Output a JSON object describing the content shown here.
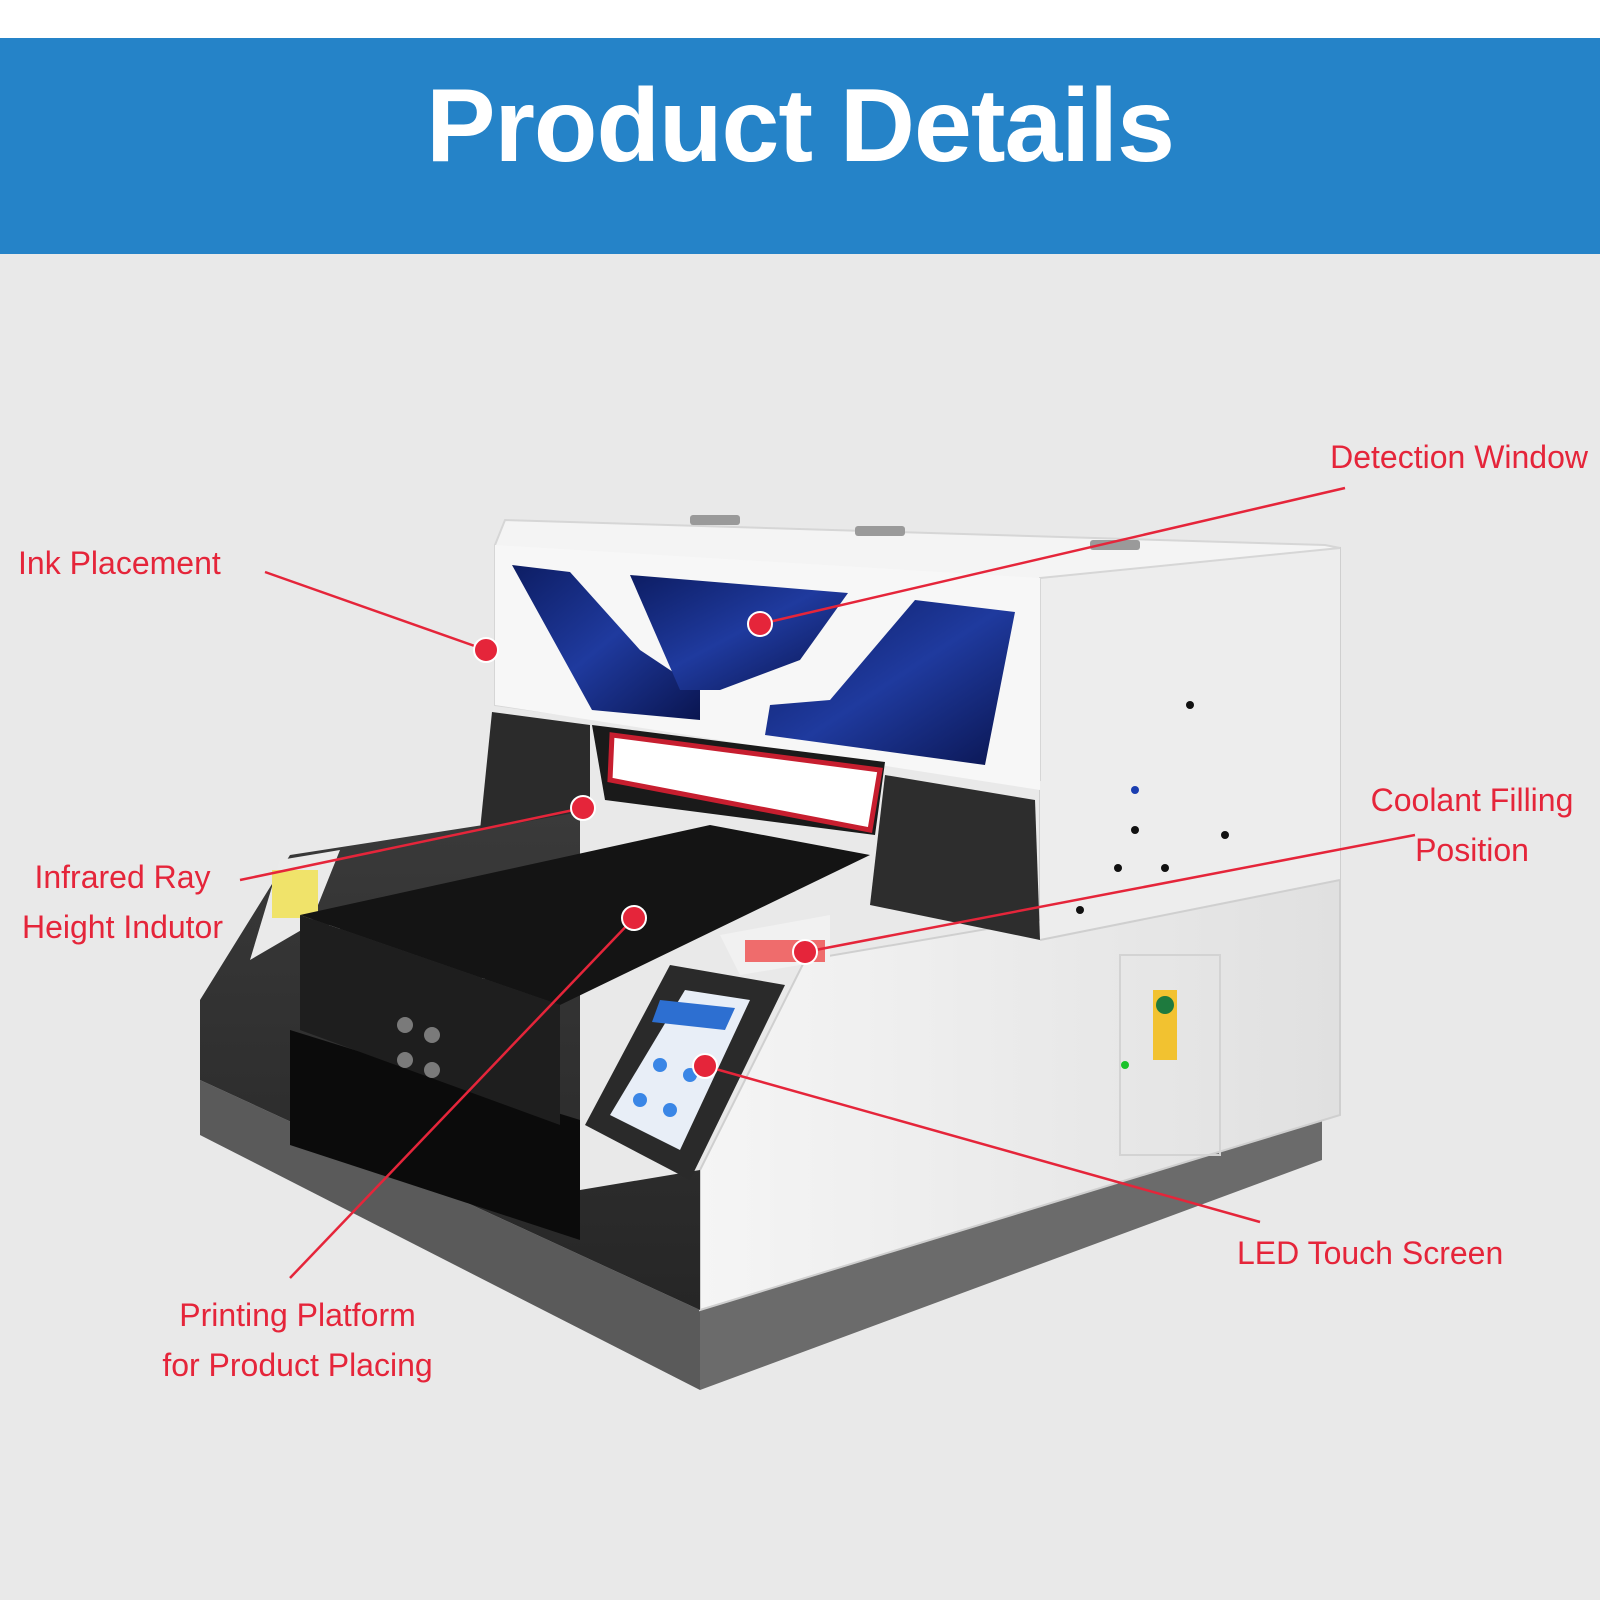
{
  "header": {
    "title": "Product Details",
    "banner_color": "#2583c8"
  },
  "product": {
    "image_name": "uv-flatbed-printer-icon"
  },
  "callouts": {
    "detection_window": "Detection Window",
    "ink_placement": "Ink Placement",
    "infrared_line1": "Infrared Ray",
    "infrared_line2": "Height Indutor",
    "coolant_line1": "Coolant Filling",
    "coolant_line2": "Position",
    "led_screen": "LED Touch Screen",
    "platform_line1": "Printing Platform",
    "platform_line2": "for Product Placing",
    "color": "#e5253a"
  }
}
